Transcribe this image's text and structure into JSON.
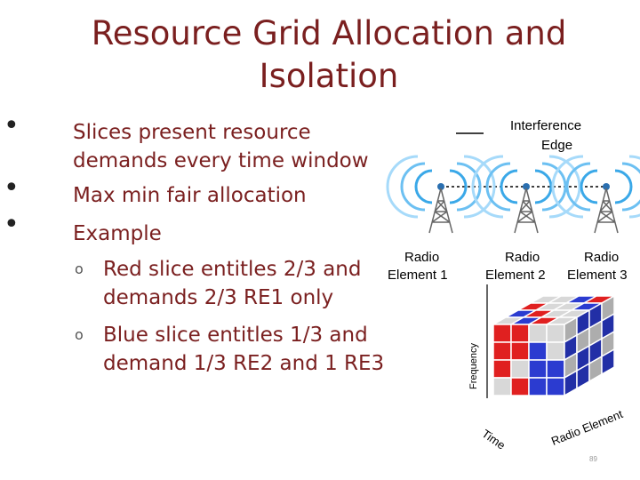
{
  "title": "Resource Grid Allocation and Isolation",
  "bullets": [
    {
      "line1": "Slices present resource",
      "line2": "demands every time window"
    },
    {
      "line1": "Max min fair allocation"
    },
    {
      "line1": "Example"
    }
  ],
  "sub_bullets": [
    {
      "line1": "Red slice entitles 2/3 and",
      "line2": "demands 2/3 RE1 only"
    },
    {
      "line1": "Blue slice entitles 1/3 and",
      "line2": "demand 1/3 RE2 and 1 RE3"
    }
  ],
  "diagram": {
    "legend_label_line1": "Interference",
    "legend_label_line2": "Edge",
    "radio_elements": [
      {
        "line1": "Radio",
        "line2": "Element 1"
      },
      {
        "line1": "Radio",
        "line2": "Element 2"
      },
      {
        "line1": "Radio",
        "line2": "Element 3"
      }
    ],
    "axis_frequency": "Frequency",
    "axis_time": "Time",
    "axis_radio_element": "Radio Element"
  },
  "page_number": "89",
  "colors": {
    "title": "#7a1f1f",
    "red_block": "#e02020",
    "blue_block": "#2b3bd0",
    "gray_block": "#d8d8d8"
  }
}
